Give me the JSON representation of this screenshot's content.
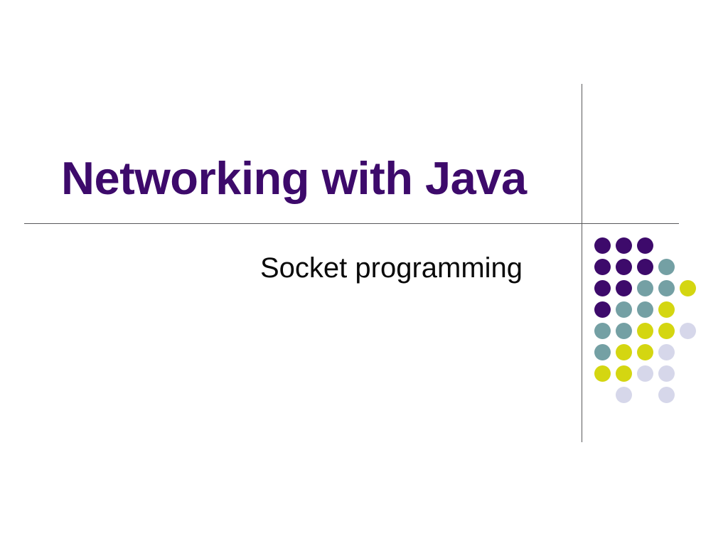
{
  "slide": {
    "title": "Networking with Java",
    "subtitle": "Socket programming"
  },
  "colors": {
    "background": "#ffffff",
    "title_purple": "#3d0a6b",
    "subtitle_black": "#0a0a0a",
    "rule_gray": "#59595b",
    "dot_purple": "#3d0a6b",
    "dot_teal": "#74a0a4",
    "dot_yellow": "#d4d611",
    "dot_lavender": "#d6d7ea"
  },
  "decoration": {
    "vertical_rule": "vertical-divider-line",
    "horizontal_rule": "horizontal-divider-line",
    "dot_grid_name": "decorative-dot-grid",
    "dot_grid_rows": [
      [
        "purple",
        "purple",
        "purple",
        "none",
        "none"
      ],
      [
        "purple",
        "purple",
        "purple",
        "teal",
        "none"
      ],
      [
        "purple",
        "purple",
        "teal",
        "teal",
        "yellow"
      ],
      [
        "purple",
        "teal",
        "teal",
        "yellow",
        "none"
      ],
      [
        "teal",
        "teal",
        "yellow",
        "yellow",
        "lavender"
      ],
      [
        "teal",
        "yellow",
        "yellow",
        "lavender",
        "none"
      ],
      [
        "yellow",
        "yellow",
        "lavender",
        "lavender",
        "none"
      ],
      [
        "none",
        "lavender",
        "none",
        "lavender",
        "none"
      ]
    ]
  }
}
